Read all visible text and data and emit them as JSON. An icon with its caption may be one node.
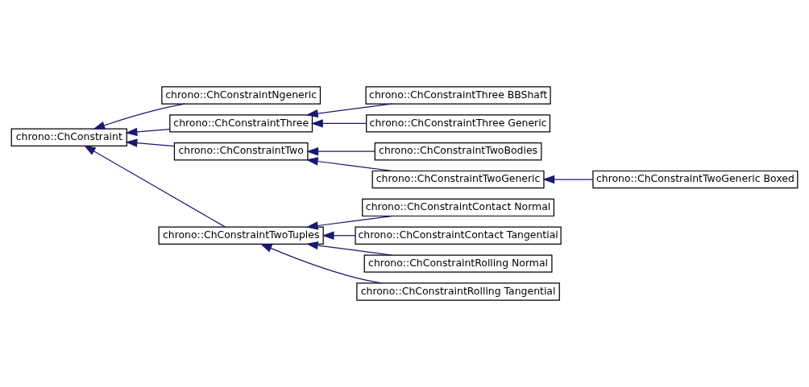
{
  "diagram": {
    "nodes": [
      {
        "text": [
          "chrono::ChConstraint"
        ]
      },
      {
        "text": [
          "chrono::ChConstraintNgeneric"
        ]
      },
      {
        "text": [
          "chrono::ChConstraintThree"
        ]
      },
      {
        "text": [
          "chrono::ChConstraintTwo"
        ]
      },
      {
        "text": [
          "chrono::ChConstraintTwoTuples"
        ]
      },
      {
        "text": [
          "chrono::ChConstraintThree BBShaft"
        ]
      },
      {
        "text": [
          "chrono::ChConstraintThree Generic"
        ]
      },
      {
        "text": [
          "chrono::ChConstraintTwoBodies"
        ]
      },
      {
        "text": [
          "chrono::ChConstraintTwoGeneric"
        ]
      },
      {
        "text": [
          "chrono::ChConstraintTwoGeneric Boxed"
        ]
      },
      {
        "text": [
          "chrono::ChConstraintContact Normal"
        ]
      },
      {
        "text": [
          "chrono::ChConstraintContact Tangential"
        ]
      },
      {
        "text": [
          "chrono::ChConstraintRolling Normal"
        ]
      },
      {
        "text": [
          "chrono::ChConstraintRolling Tangential"
        ]
      }
    ],
    "edges": [
      {
        "from": 1,
        "to": 0,
        "arrow": "to"
      },
      {
        "from": 2,
        "to": 0,
        "arrow": "to"
      },
      {
        "from": 3,
        "to": 0,
        "arrow": "to"
      },
      {
        "from": 4,
        "to": 0,
        "arrow": "to"
      },
      {
        "from": 5,
        "to": 2,
        "arrow": "to"
      },
      {
        "from": 6,
        "to": 2,
        "arrow": "to"
      },
      {
        "from": 7,
        "to": 3,
        "arrow": "to"
      },
      {
        "from": 8,
        "to": 3,
        "arrow": "to"
      },
      {
        "from": 9,
        "to": 8,
        "arrow": "to"
      },
      {
        "from": 10,
        "to": 4,
        "arrow": "to"
      },
      {
        "from": 11,
        "to": 4,
        "arrow": "to"
      },
      {
        "from": 12,
        "to": 4,
        "arrow": "to"
      },
      {
        "from": 13,
        "to": 4,
        "arrow": "to"
      }
    ]
  }
}
